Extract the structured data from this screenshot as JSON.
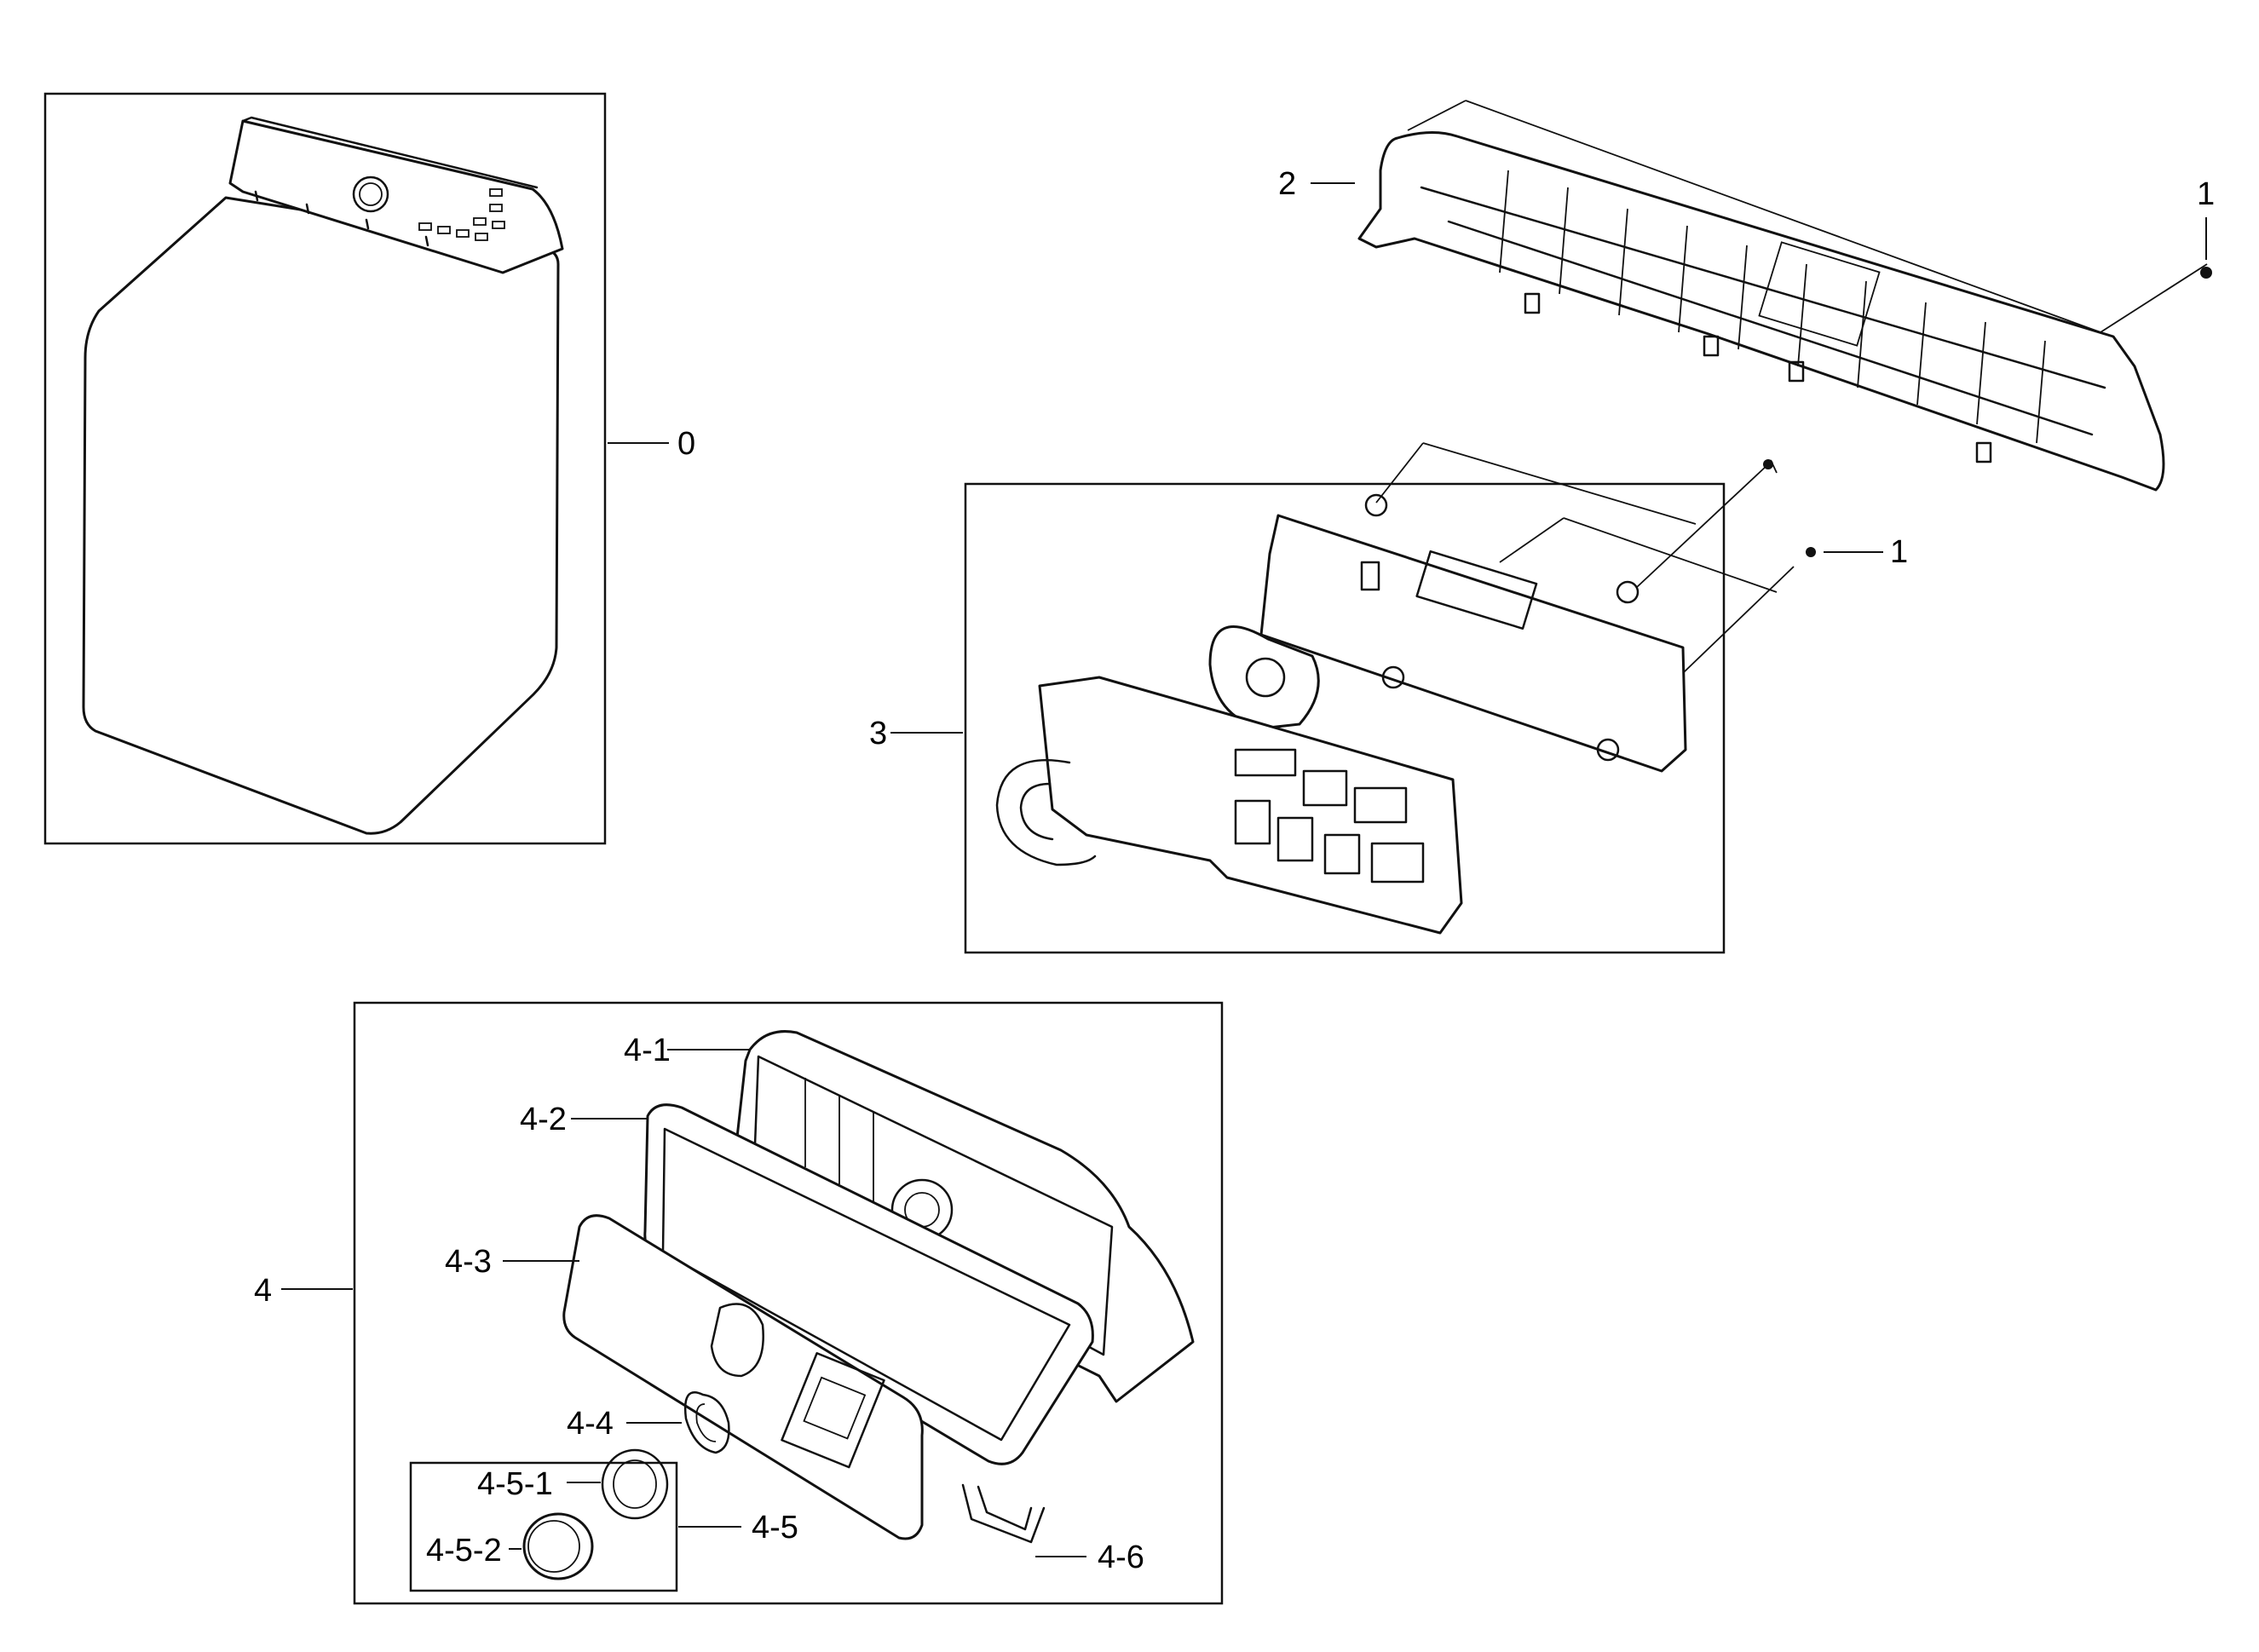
{
  "callouts": {
    "c0": "0",
    "c1a": "1",
    "c1b": "1",
    "c2": "2",
    "c3": "3",
    "c4": "4",
    "c4_1": "4-1",
    "c4_2": "4-2",
    "c4_3": "4-3",
    "c4_4": "4-4",
    "c4_5": "4-5",
    "c4_5_1": "4-5-1",
    "c4_5_2": "4-5-2",
    "c4_6": "4-6"
  }
}
